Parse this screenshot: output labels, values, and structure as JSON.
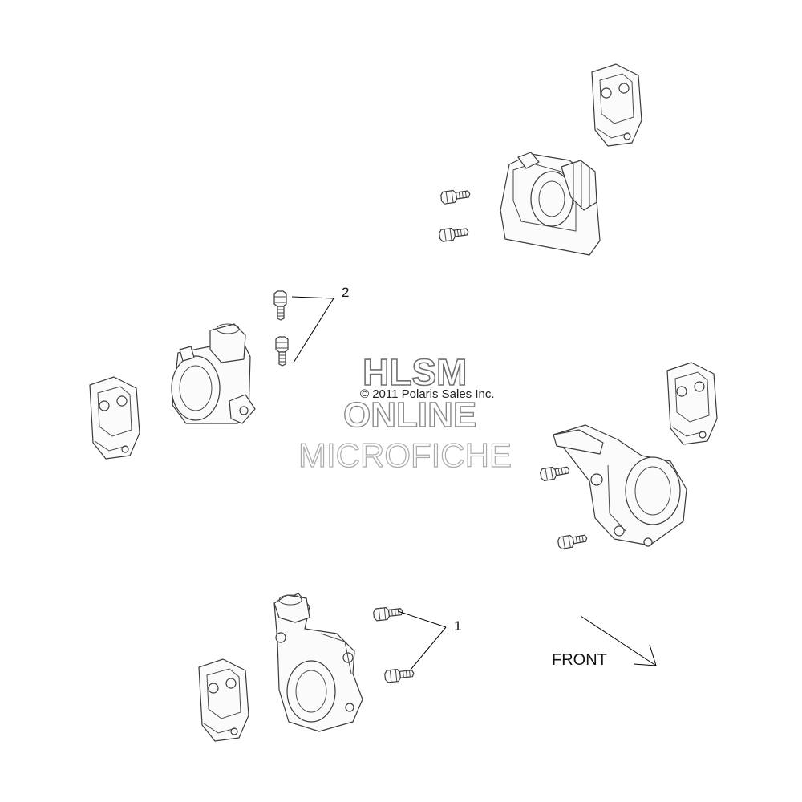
{
  "callouts": {
    "bolt_upper": "2",
    "bolt_lower": "1"
  },
  "direction": {
    "label": "FRONT"
  },
  "watermark": {
    "line1": "HLSM",
    "copyright": "© 2011 Polaris Sales Inc.",
    "line2": "ONLINE",
    "line3": "MICROFICHE"
  },
  "colors": {
    "line": "#3a3a3a",
    "watermark": "#8a8a8a"
  }
}
